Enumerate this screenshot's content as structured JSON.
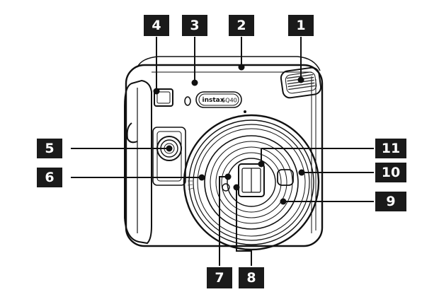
{
  "camera": {
    "brand_text": "instax",
    "model_text": "SQ40"
  },
  "callouts": [
    {
      "id": "1",
      "label": "1"
    },
    {
      "id": "2",
      "label": "2"
    },
    {
      "id": "3",
      "label": "3"
    },
    {
      "id": "4",
      "label": "4"
    },
    {
      "id": "5",
      "label": "5"
    },
    {
      "id": "6",
      "label": "6"
    },
    {
      "id": "7",
      "label": "7"
    },
    {
      "id": "8",
      "label": "8"
    },
    {
      "id": "9",
      "label": "9"
    },
    {
      "id": "10",
      "label": "10"
    },
    {
      "id": "11",
      "label": "11"
    }
  ]
}
